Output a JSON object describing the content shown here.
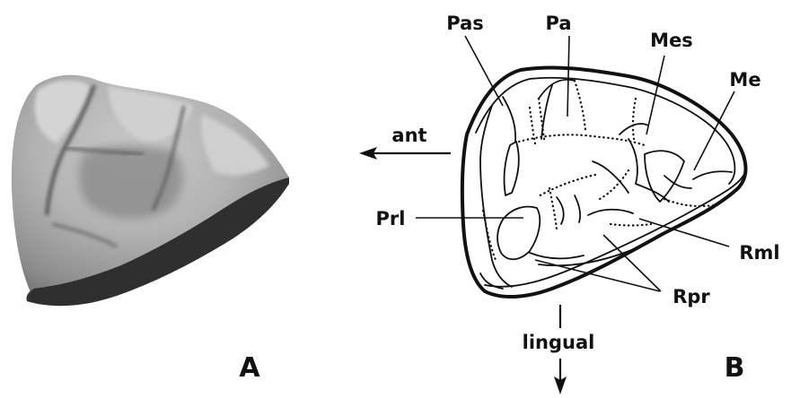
{
  "panels": {
    "a": {
      "label": "A"
    },
    "b": {
      "label": "B"
    }
  },
  "labels": {
    "pas": "Pas",
    "pa": "Pa",
    "mes": "Mes",
    "me": "Me",
    "ant": "ant",
    "prl": "Prl",
    "rml": "Rml",
    "rpr": "Rpr",
    "lingual": "lingual"
  }
}
